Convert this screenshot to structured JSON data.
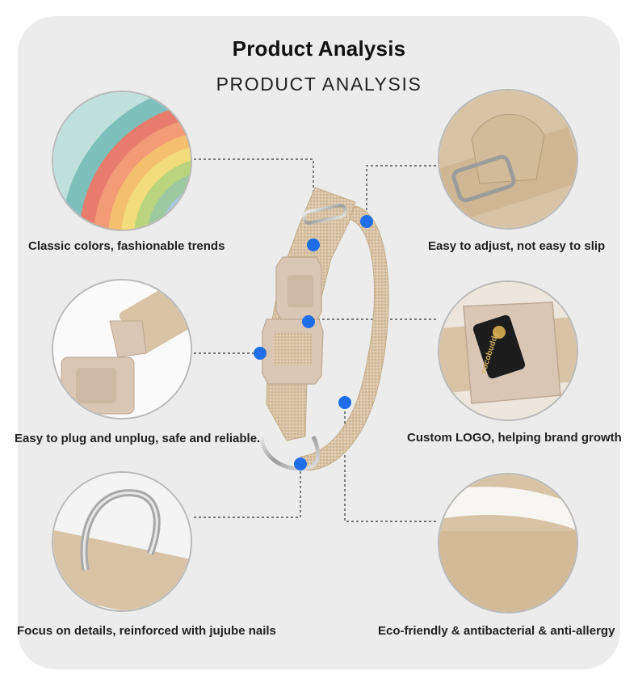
{
  "header": {
    "title": "Product Analysis",
    "subtitle": "PRODUCT ANALYSIS"
  },
  "features": [
    {
      "id": "colors",
      "caption": "Classic colors, fashionable trends",
      "image": "rainbow-fabric-swatches"
    },
    {
      "id": "adjust",
      "caption": "Easy to adjust, not easy to slip",
      "image": "adjuster-slider-closeup"
    },
    {
      "id": "buckle",
      "caption": "Easy to plug and unplug, safe and reliable.",
      "image": "buckle-unplugged-closeup"
    },
    {
      "id": "logo",
      "caption": "Custom LOGO, helping brand growth",
      "image": "buckle-logo-closeup"
    },
    {
      "id": "details",
      "caption": "Focus on details, reinforced with jujube nails",
      "image": "d-ring-closeup"
    },
    {
      "id": "eco",
      "caption": "Eco-friendly & antibacterial & anti-allergy",
      "image": "webbing-edge-closeup"
    }
  ],
  "logo_tag": {
    "brand": "cocobuddy"
  },
  "colors": {
    "card_background": "#ececec",
    "marker_dot": "#1f6ee8",
    "leader_line": "#333333",
    "hemp_fabric": "#d8c3a5",
    "buckle_plastic": "#d9c6b4"
  }
}
